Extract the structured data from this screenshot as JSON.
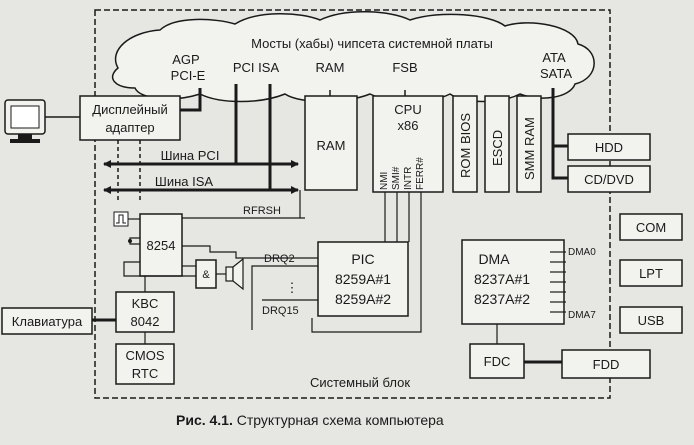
{
  "colors": {
    "background": "#e6e6e3",
    "ink": "#1a1a1a",
    "box_fill": "#f2f2ef"
  },
  "hub": {
    "title": "Мосты (хабы) чипсета системной платы",
    "agp": "AGP",
    "pcie": "PCI-E",
    "pci_isa": "PCI ISA",
    "ram": "RAM",
    "fsb": "FSB",
    "ata": "ATA",
    "sata": "SATA"
  },
  "system_unit": {
    "label": "Системный блок"
  },
  "display_adapter": {
    "line1": "Дисплейный",
    "line2": "адаптер",
    "monitor_icon": "monitor-icon"
  },
  "buses": {
    "pci": "Шина PCI",
    "isa": "Шина ISA"
  },
  "ram_box": {
    "label": "RAM"
  },
  "cpu": {
    "line1": "CPU",
    "line2": "x86",
    "pins": [
      "NMI",
      "SMI#",
      "INTR",
      "FERR#"
    ]
  },
  "rom_bios": {
    "label": "ROM BIOS"
  },
  "escd": {
    "label": "ESCD"
  },
  "smm_ram": {
    "label": "SMM RAM"
  },
  "storage": {
    "hdd": "HDD",
    "cddvd": "CD/DVD"
  },
  "ports": {
    "com": "COM",
    "lpt": "LPT",
    "usb": "USB"
  },
  "timer": {
    "label": "8254",
    "clock_icon": "clock-pulse-icon",
    "rfrsh": "RFRSH",
    "and_gate": "&",
    "speaker_icon": "speaker-icon"
  },
  "pic": {
    "line1": "PIC",
    "line2": "8259A#1",
    "line3": "8259A#2",
    "drq2": "DRQ2",
    "dots": "⋮",
    "drq15": "DRQ15"
  },
  "dma": {
    "line1": "DMA",
    "line2": "8237A#1",
    "line3": "8237A#2",
    "dma0": "DMA0",
    "dma7": "DMA7"
  },
  "keyboard": {
    "label": "Клавиатура"
  },
  "kbc": {
    "line1": "KBC",
    "line2": "8042"
  },
  "cmos": {
    "line1": "CMOS",
    "line2": "RTC"
  },
  "fdc": {
    "label": "FDC"
  },
  "fdd": {
    "label": "FDD"
  },
  "caption": {
    "prefix": "Рис. 4.1.",
    "text": " Структурная схема компьютера"
  }
}
